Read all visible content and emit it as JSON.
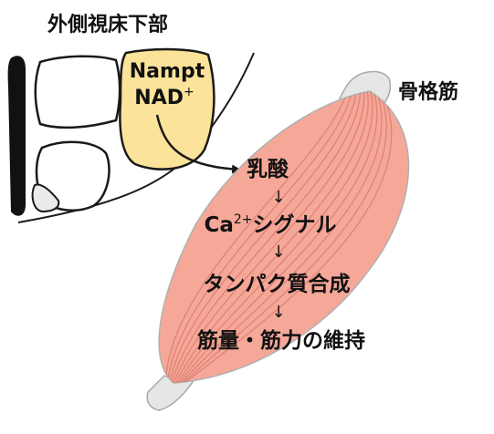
{
  "brain": {
    "region_label": "外側視床下部",
    "molecule_1": "Nampt",
    "molecule_2_base": "NAD",
    "molecule_2_sup": "+"
  },
  "muscle": {
    "label": "骨格筋"
  },
  "pathway": {
    "step_1": "乳酸",
    "step_2_base": "Ca",
    "step_2_sup": "2+",
    "step_2_rest": "シグナル",
    "step_3": "タンパク質合成",
    "step_4": "筋量・筋力の維持",
    "arrow_glyph": "↓"
  },
  "colors": {
    "highlight_fill": "#fbe39a",
    "muscle_fill": "#f5a898",
    "muscle_fiber": "#d9786c",
    "tendon_fill": "#e6e6e6",
    "outline": "#1a1a1a"
  }
}
